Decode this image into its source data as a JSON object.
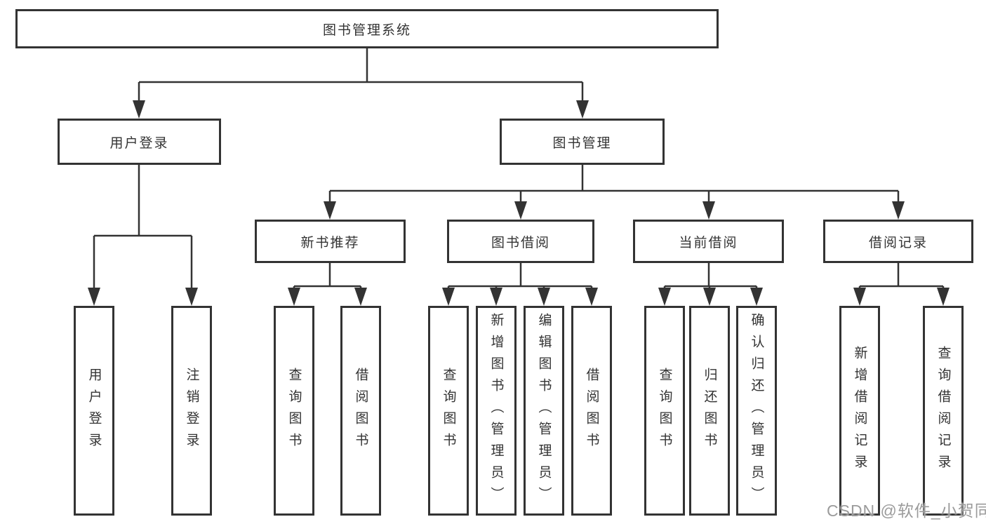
{
  "diagram": {
    "root": {
      "label": "图书管理系统"
    },
    "level2": [
      {
        "label": "用户登录"
      },
      {
        "label": "图书管理",
        "parent": "图书管理系统"
      }
    ],
    "level3": [
      {
        "label": "新书推荐",
        "parent": "图书管理"
      },
      {
        "label": "图书借阅",
        "parent": "图书管理"
      },
      {
        "label": "当前借阅",
        "parent": "图书管理"
      },
      {
        "label": "借阅记录",
        "parent": "图书管理"
      }
    ],
    "leaves": [
      {
        "label": "用户登录",
        "parent": "用户登录"
      },
      {
        "label": "注销登录",
        "parent": "用户登录"
      },
      {
        "label": "查询图书",
        "parent": "新书推荐"
      },
      {
        "label": "借阅图书",
        "parent": "新书推荐"
      },
      {
        "label": "查询图书",
        "parent": "图书借阅"
      },
      {
        "label": "新增图书（管理员）",
        "parent": "图书借阅"
      },
      {
        "label": "编辑图书（管理员）",
        "parent": "图书借阅"
      },
      {
        "label": "借阅图书",
        "parent": "图书借阅"
      },
      {
        "label": "查询图书",
        "parent": "当前借阅"
      },
      {
        "label": "归还图书",
        "parent": "当前借阅"
      },
      {
        "label": "确认归还（管理员）",
        "parent": "当前借阅"
      },
      {
        "label": "新增借阅记录",
        "parent": "借阅记录"
      },
      {
        "label": "查询借阅记录",
        "parent": "借阅记录"
      }
    ]
  },
  "watermark": {
    "text": "CSDN @软件_小贺同学"
  },
  "colors": {
    "line": "#333333",
    "box_border": "#333333",
    "text": "#333333",
    "background": "#ffffff",
    "watermark": "#9b9b9b"
  }
}
